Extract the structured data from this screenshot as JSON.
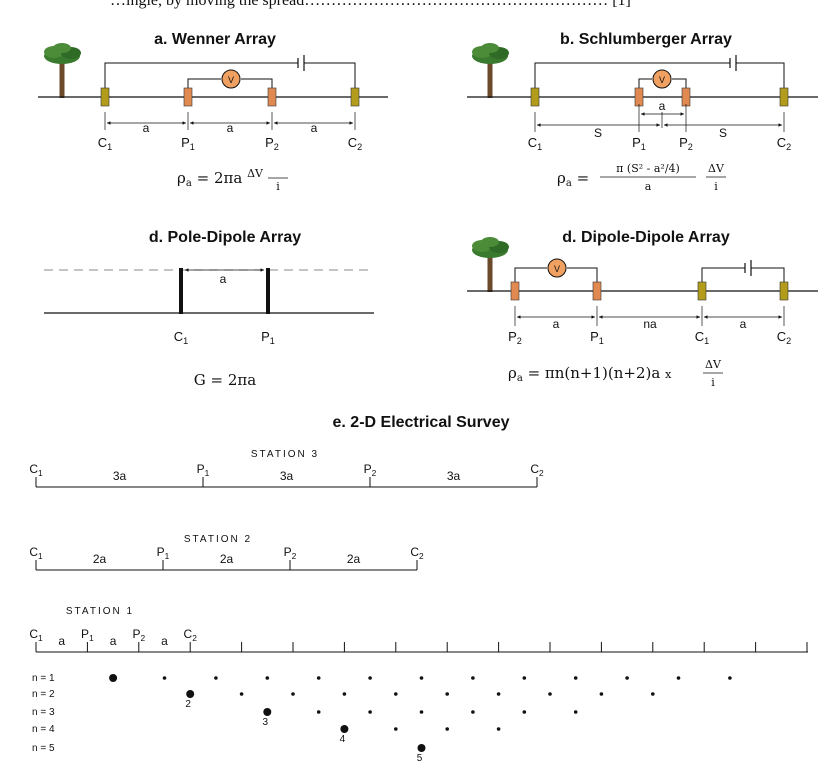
{
  "caption_fragment": "…ingle, by moving the spread………………………………………………… [1]",
  "panel_a": {
    "title": "a. Wenner Array",
    "electrodes": [
      "C1",
      "P1",
      "P2",
      "C2"
    ],
    "spacing_labels": [
      "a",
      "a",
      "a"
    ],
    "formula": "ρa = 2πa ΔV/i"
  },
  "panel_b": {
    "title": "b. Schlumberger Array",
    "electrodes": [
      "C1",
      "P1",
      "P2",
      "C2"
    ],
    "spacing_labels": [
      "S",
      "a",
      "S"
    ],
    "formula": "ρa = π (S² - a²/4) / a · ΔV/i"
  },
  "panel_c": {
    "title": "d. Pole-Dipole Array",
    "electrodes": [
      "C1",
      "P1"
    ],
    "spacing_labels": [
      "a"
    ],
    "formula": "G = 2πa"
  },
  "panel_d": {
    "title": "d. Dipole-Dipole Array",
    "electrodes": [
      "P2",
      "P1",
      "C1",
      "C2"
    ],
    "spacing_labels": [
      "a",
      "na",
      "a"
    ],
    "formula": "ρa = πn(n+1)(n+2)a x ΔV/i"
  },
  "panel_e": {
    "title": "e. 2-D Electrical Survey",
    "stations": [
      {
        "name": "STATION 3",
        "electrodes": [
          "C1",
          "P1",
          "P2",
          "C2"
        ],
        "spacing": [
          "3a",
          "3a",
          "3a"
        ]
      },
      {
        "name": "STATION 2",
        "electrodes": [
          "C1",
          "P1",
          "P2",
          "C2"
        ],
        "spacing": [
          "2a",
          "2a",
          "2a"
        ]
      },
      {
        "name": "STATION 1",
        "electrodes": [
          "C1",
          "P1",
          "P2",
          "C2"
        ],
        "spacing": [
          "a",
          "a",
          "a"
        ]
      }
    ],
    "levels": [
      "n = 1",
      "n = 2",
      "n = 3",
      "n = 4",
      "n = 5"
    ],
    "level_dot_counts": [
      13,
      10,
      7,
      4,
      1
    ],
    "highlight_labels": [
      "2",
      "3",
      "4",
      "5"
    ]
  },
  "voltmeter_symbol": "V",
  "colors": {
    "current_electrode": "#b39b1c",
    "potential_electrode": "#e08a52",
    "voltmeter": "#f0a060",
    "tree": "#3a7a2e"
  }
}
